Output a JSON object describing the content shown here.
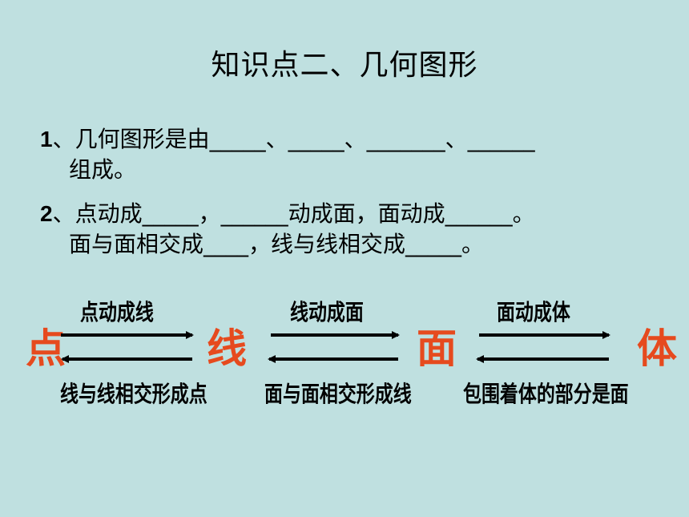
{
  "title": "知识点二、几何图形",
  "q1": {
    "num": "1",
    "line1": "、几何图形是由_____、_____、_______、______",
    "line2": "组成。"
  },
  "q2": {
    "num": "2",
    "line1": "、点动成_____，______动成面，面动成______。",
    "line2": "面与面相交成____，线与线相交成_____。"
  },
  "diagram": {
    "point": "点",
    "line": "线",
    "face": "面",
    "body": "体",
    "label_point_to_line": "点动成线",
    "label_line_to_point": "线与线相交形成点",
    "label_line_to_face": "线动成面",
    "label_face_to_line": "面与面相交形成线",
    "label_face_to_body": "面动成体",
    "label_body_to_face": "包围着体的部分是面"
  }
}
